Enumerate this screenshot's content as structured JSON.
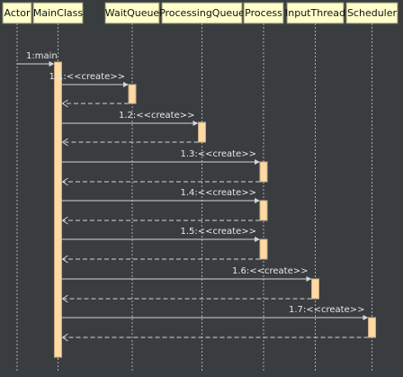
{
  "diagram": {
    "type": "sequence",
    "colors": {
      "background": "#3a3d40",
      "lifeline_box": "#ffffcc",
      "activation": "#ffd9a3",
      "message_line": "#d2d5d8"
    },
    "participants": [
      {
        "id": "actor",
        "label": "Actor"
      },
      {
        "id": "main",
        "label": "MainClass"
      },
      {
        "id": "wait",
        "label": "WaitQueue"
      },
      {
        "id": "processing",
        "label": "ProcessingQueue"
      },
      {
        "id": "process",
        "label": "Process"
      },
      {
        "id": "input",
        "label": "InputThread"
      },
      {
        "id": "scheduler",
        "label": "Scheduler"
      }
    ],
    "messages": [
      {
        "from": "actor",
        "to": "main",
        "label": "1:main",
        "kind": "call"
      },
      {
        "from": "main",
        "to": "wait",
        "label": "1.1:<<create>>",
        "kind": "create",
        "return": true
      },
      {
        "from": "main",
        "to": "processing",
        "label": "1.2:<<create>>",
        "kind": "create",
        "return": true
      },
      {
        "from": "main",
        "to": "process",
        "label": "1.3:<<create>>",
        "kind": "create",
        "return": true
      },
      {
        "from": "main",
        "to": "process",
        "label": "1.4:<<create>>",
        "kind": "create",
        "return": true
      },
      {
        "from": "main",
        "to": "process",
        "label": "1.5:<<create>>",
        "kind": "create",
        "return": true
      },
      {
        "from": "main",
        "to": "input",
        "label": "1.6:<<create>>",
        "kind": "create",
        "return": true
      },
      {
        "from": "main",
        "to": "scheduler",
        "label": "1.7:<<create>>",
        "kind": "create",
        "return": true
      }
    ]
  }
}
